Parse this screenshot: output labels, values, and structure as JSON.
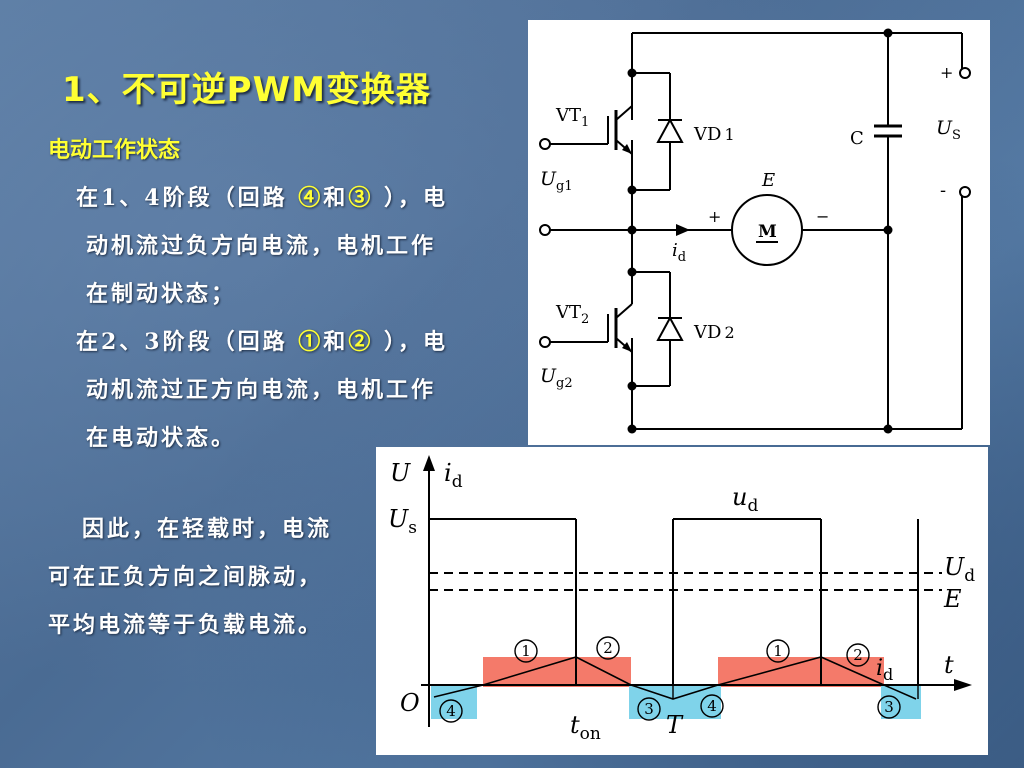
{
  "slide": {
    "title": "1、不可逆PWM变换器",
    "subtitle": "电动工作状态",
    "para1": {
      "line1_a": "在1、4阶段（回路 ",
      "line1_c1": "④",
      "line1_b": "和",
      "line1_c2": "③",
      "line1_d": " ），电",
      "line2": "动机流过负方向电流，电机工作",
      "line3": "在制动状态；"
    },
    "para2": {
      "line1_a": "在2、3阶段（回路 ",
      "line1_c1": "①",
      "line1_b": "和",
      "line1_c2": "②",
      "line1_d": " ），电",
      "line2": "动机流过正方向电流，电机工作",
      "line3": "在电动状态。"
    },
    "para3": {
      "line1": "因此，在轻载时，电流",
      "line2": "可在正负方向之间脉动，",
      "line3": "平均电流等于负载电流。"
    }
  },
  "circuit": {
    "vt1": "VT",
    "vt1_sub": "1",
    "vd1": "VD",
    "vd1_sub": "1",
    "vt2": "VT",
    "vt2_sub": "2",
    "vd2": "VD",
    "vd2_sub": "2",
    "ug1": "U",
    "ug1_sub": "g1",
    "ug2": "U",
    "ug2_sub": "g2",
    "cap": "C",
    "us": "U",
    "us_sub": "S",
    "plus": "+",
    "minus": "-",
    "emf": "E",
    "motor": "M",
    "id": "i",
    "id_sub": "d",
    "mplus": "+",
    "mminus": "−"
  },
  "waveform": {
    "y_label": "U",
    "id_label": "i",
    "id_sub": "d",
    "us_label": "U",
    "us_sub": "s",
    "ud_top": "u",
    "ud_top_sub": "d",
    "ud_right": "U",
    "ud_right_sub": "d",
    "e_right": "E",
    "t_axis": "t",
    "origin": "O",
    "ton": "t",
    "ton_sub": "on",
    "period": "T",
    "id_curve": "i",
    "id_curve_sub": "d",
    "c1": "①",
    "c2": "②",
    "c3": "③",
    "c4": "④",
    "n1": "1",
    "n2": "2",
    "n3": "3",
    "n4": "4"
  },
  "colors": {
    "title": "#ffff33",
    "positive_region": "#f47a6a",
    "negative_region": "#7fd3ea"
  }
}
